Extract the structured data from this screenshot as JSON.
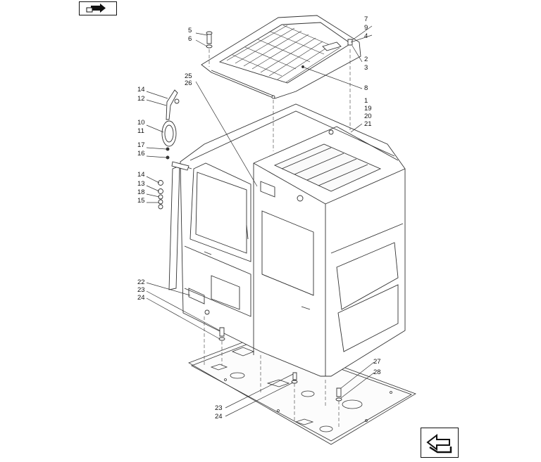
{
  "navigation": {
    "prev_icon": "arrow-page-prev-icon",
    "next_icon": "arrow-page-next-icon"
  },
  "callouts": {
    "c7": "7",
    "c9": "9",
    "c4": "4",
    "c5": "5",
    "c6": "6",
    "c2": "2",
    "c3": "3",
    "c8": "8",
    "c1": "1",
    "c19": "19",
    "c20": "20",
    "c21": "21",
    "c25": "25",
    "c26": "26",
    "c14a": "14",
    "c12": "12",
    "c10": "10",
    "c11": "11",
    "c17": "17",
    "c16": "16",
    "c14b": "14",
    "c13": "13",
    "c18": "18",
    "c15": "15",
    "c22": "22",
    "c23a": "23",
    "c24a": "24",
    "c27": "27",
    "c28": "28",
    "c23b": "23",
    "c24b": "24"
  }
}
